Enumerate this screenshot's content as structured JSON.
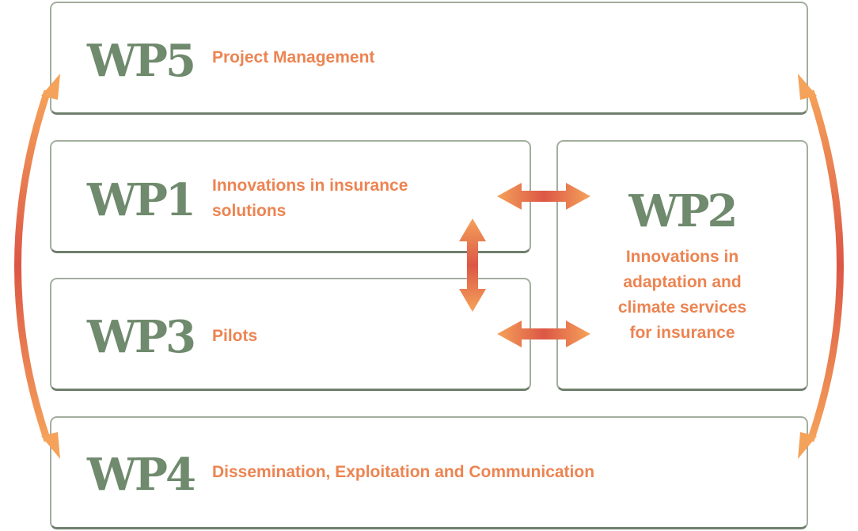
{
  "work_packages": [
    {
      "id": "WP5",
      "description": "Project Management"
    },
    {
      "id": "WP1",
      "description": "Innovations in insurance\nsolutions"
    },
    {
      "id": "WP3",
      "description": "Pilots"
    },
    {
      "id": "WP2",
      "description": "Innovations in\nadaptation and\nclimate services\nfor insurance"
    },
    {
      "id": "WP4",
      "description": "Dissemination, Exploitation and Communication"
    }
  ],
  "colors": {
    "border": "#a3ae9f",
    "wp_label": "#6f8a6d",
    "description": "#ec8452",
    "arrow_light": "#f5a25a",
    "arrow_dark": "#dc5746"
  }
}
